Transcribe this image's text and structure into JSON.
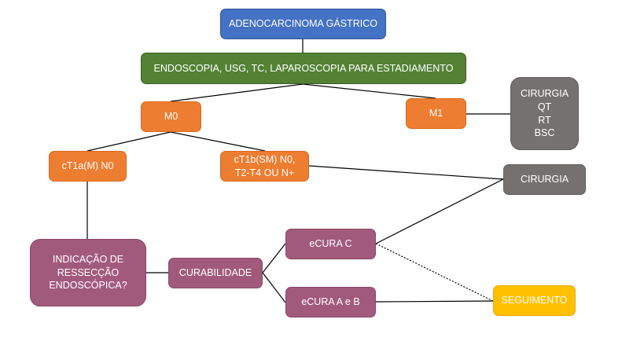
{
  "diagram": {
    "nodes": {
      "adenocarcinoma": "ADENOCARCINOMA GÁSTRICO",
      "estadiamento": "ENDOSCOPIA, USG, TC, LAPAROSCOPIA PARA ESTADIAMENTO",
      "m0": "M0",
      "m1": "M1",
      "cirurgia_qt": "CIRURGIA\nQT\nRT\nBSC",
      "ct1a": "cT1a(M) N0",
      "ct1b": "cT1b(SM)  N0,\nT2-T4 OU N+",
      "cirurgia": "CIRURGIA",
      "indicacao": "INDICAÇÃO DE\nRESSECÇÃO\nENDOSCÓPICA?",
      "curabilidade": "CURABILIDADE",
      "ecura_c": "eCURA C",
      "ecura_ab": "eCURA A e B",
      "seguimento": "SEGUIMENTO"
    },
    "colors": {
      "blue": "#4472c4",
      "green": "#548235",
      "orange": "#ed7d31",
      "gray": "#767171",
      "mauve": "#a25a7c",
      "yellow": "#ffc000",
      "connector": "#000000"
    },
    "edges": [
      {
        "from": "adenocarcinoma",
        "to": "estadiamento",
        "style": "solid"
      },
      {
        "from": "estadiamento",
        "to": "m0",
        "style": "solid"
      },
      {
        "from": "estadiamento",
        "to": "m1",
        "style": "solid"
      },
      {
        "from": "m1",
        "to": "cirurgia_qt",
        "style": "solid"
      },
      {
        "from": "m0",
        "to": "ct1a",
        "style": "solid"
      },
      {
        "from": "m0",
        "to": "ct1b",
        "style": "solid"
      },
      {
        "from": "ct1b",
        "to": "cirurgia",
        "style": "solid"
      },
      {
        "from": "ct1a",
        "to": "indicacao",
        "style": "solid"
      },
      {
        "from": "indicacao",
        "to": "curabilidade",
        "style": "solid"
      },
      {
        "from": "curabilidade",
        "to": "ecura_c",
        "style": "solid"
      },
      {
        "from": "curabilidade",
        "to": "ecura_ab",
        "style": "solid"
      },
      {
        "from": "ecura_c",
        "to": "cirurgia",
        "style": "solid"
      },
      {
        "from": "ecura_ab",
        "to": "seguimento",
        "style": "solid"
      },
      {
        "from": "ecura_c",
        "to": "seguimento",
        "style": "dashed"
      }
    ]
  }
}
